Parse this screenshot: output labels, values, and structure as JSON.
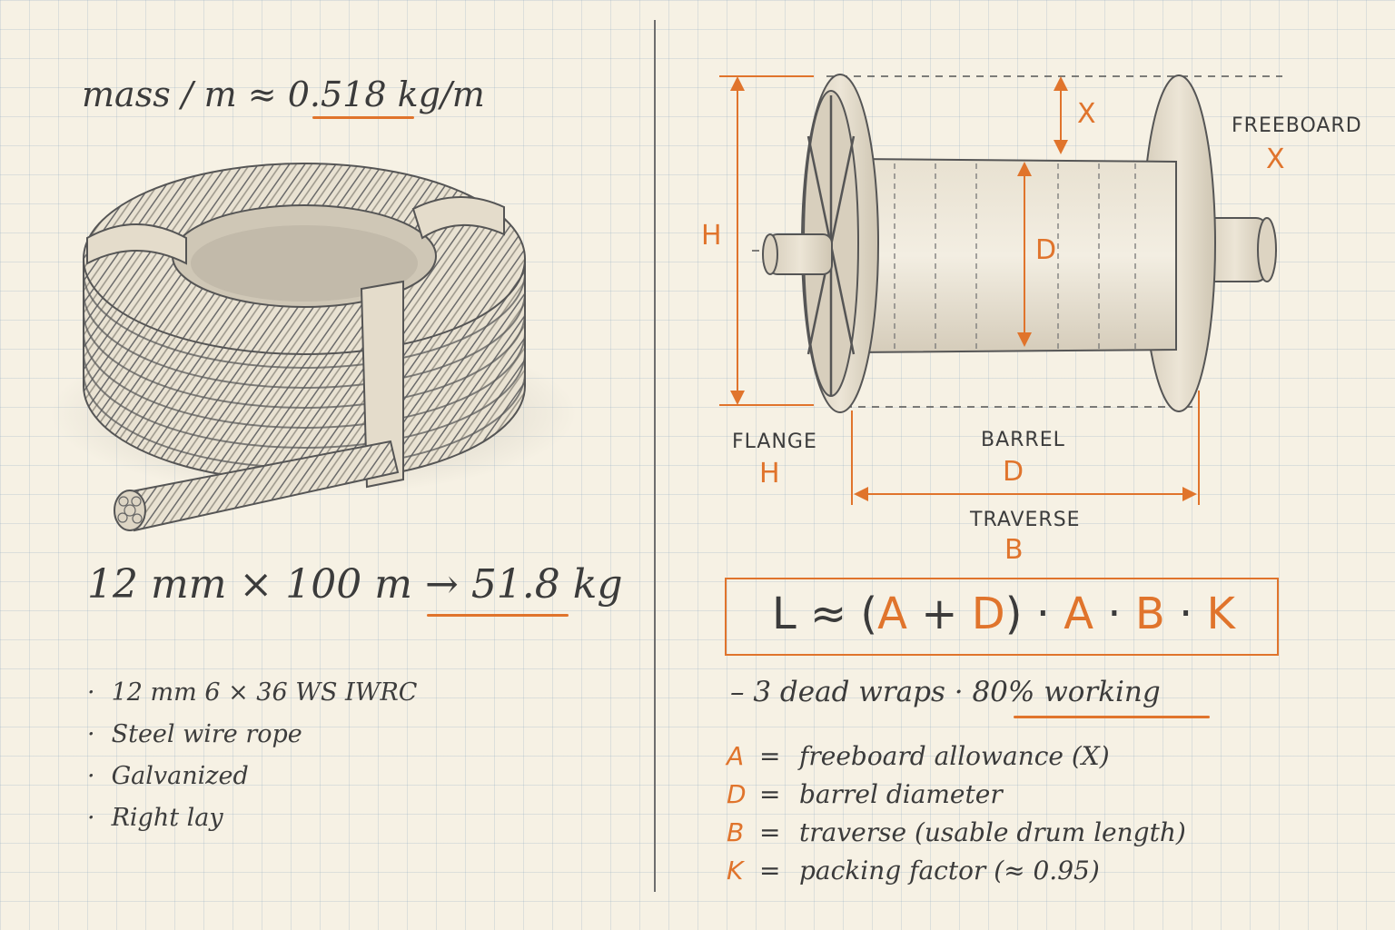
{
  "left": {
    "mass": {
      "prefix": "mass / m  ≈",
      "value": "0.518",
      "unit": "kg/m"
    },
    "calc": {
      "expr": "12 mm × 100 m  →",
      "result": "51.8 kg"
    },
    "specs": [
      "12 mm    6 × 36   WS   IWRC",
      "Steel wire rope",
      "Galvanized",
      "Right lay"
    ]
  },
  "right": {
    "labels": {
      "freeboard": "FREEBOARD",
      "freeboard_sym": "X",
      "x_dim": "X",
      "h_dim": "H",
      "d_dim": "D",
      "flange": "FLANGE",
      "flange_sym": "H",
      "barrel": "BARREL",
      "barrel_sym": "D",
      "traverse": "TRAVERSE",
      "traverse_sym": "B"
    },
    "formula": {
      "lhs": "L ≈ (",
      "a1": "A",
      "plus": " + ",
      "d": "D",
      "mid1": ") · ",
      "a2": "A",
      "mid2": " · ",
      "b": "B",
      "mid3": " · ",
      "k": "K"
    },
    "note": {
      "prefix": "– 3 dead wraps  ·  ",
      "highlight": "80% working"
    },
    "legend": [
      {
        "key": "A",
        "text": "freeboard allowance (X)"
      },
      {
        "key": "D",
        "text": "barrel diameter"
      },
      {
        "key": "B",
        "text": "traverse (usable drum length)"
      },
      {
        "key": "K",
        "text": "packing factor (≈ 0.95)"
      }
    ]
  },
  "colors": {
    "accent": "#e0742c",
    "ink": "#3a3a3a",
    "paper": "#f6f1e4",
    "grid": "#96afc3"
  }
}
